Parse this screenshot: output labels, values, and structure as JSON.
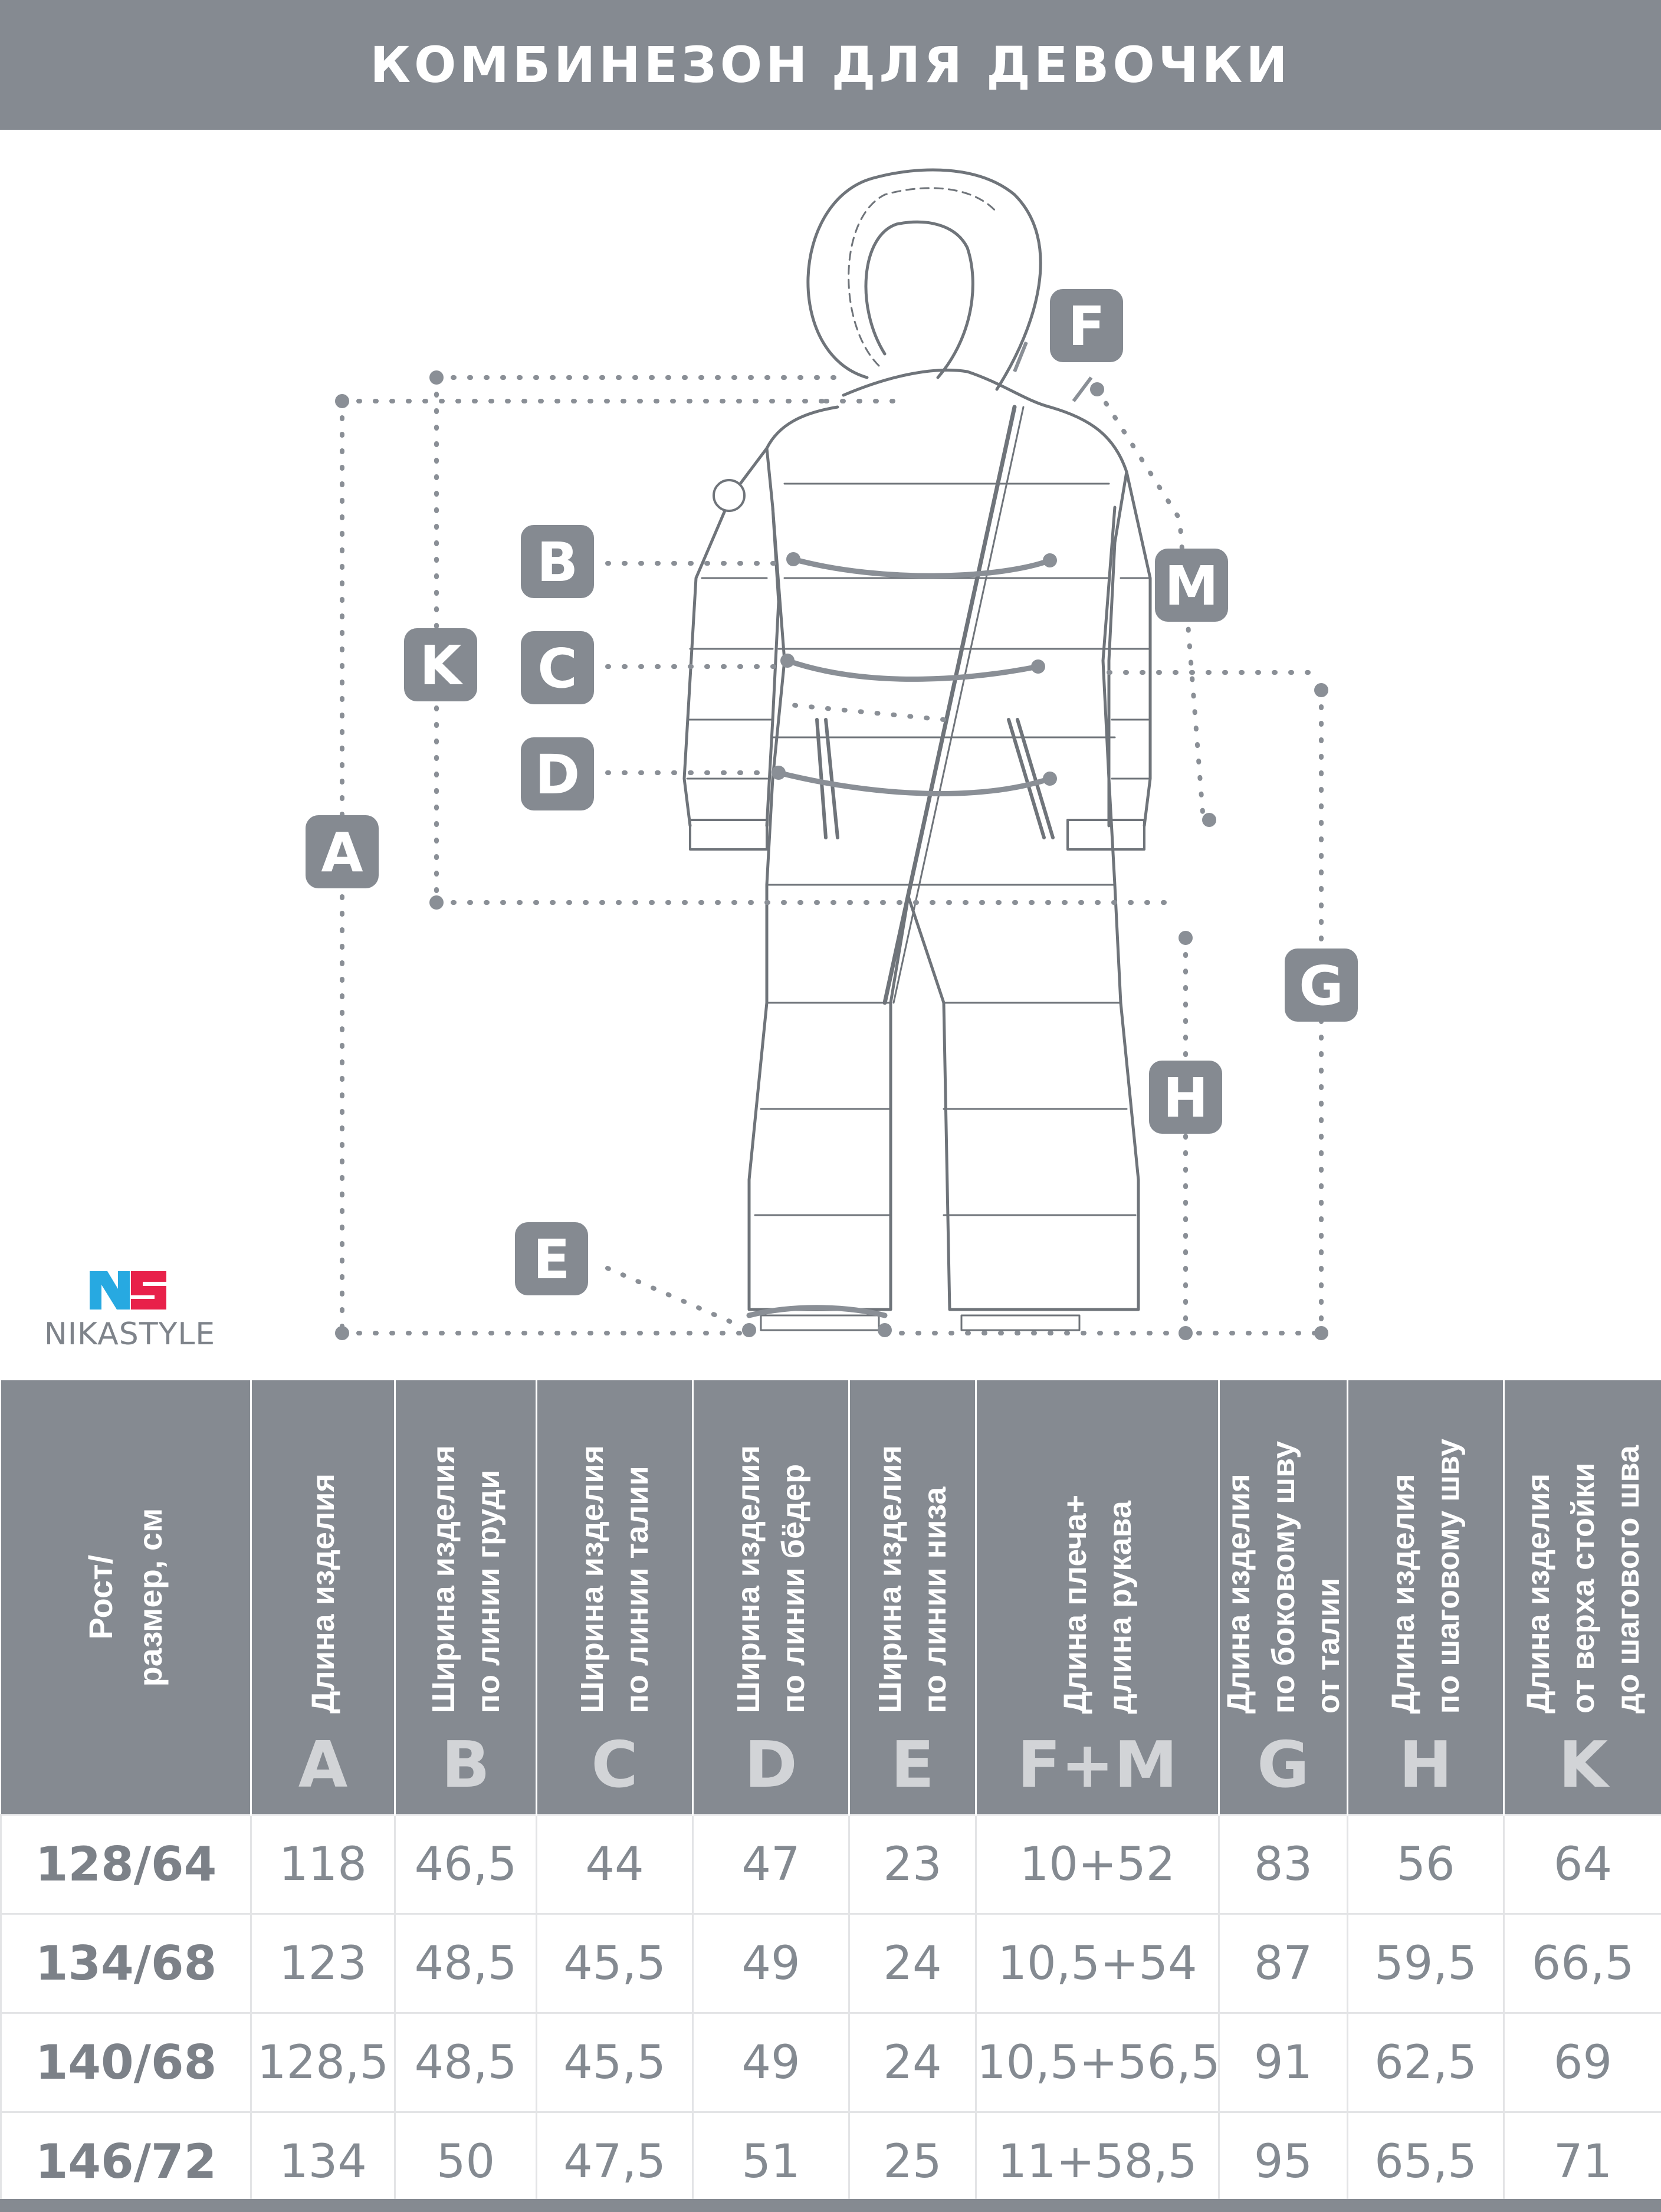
{
  "title": "КОМБИНЕЗОН ДЛЯ ДЕВОЧКИ",
  "brand": {
    "name": "NIKASTYLE",
    "logo_icon": "ns-logo-icon",
    "colors": {
      "blue": "#27a9e1",
      "red": "#e8214a"
    }
  },
  "colors": {
    "header_bg": "#858a91",
    "text": "#848a91",
    "badge_bg": "#858a91"
  },
  "diagram": {
    "labels": [
      "A",
      "B",
      "C",
      "D",
      "E",
      "F",
      "G",
      "H",
      "K",
      "M"
    ]
  },
  "table": {
    "first_header": "Рост/\nразмер, см",
    "columns": [
      {
        "header": "Длина изделия",
        "letter": "A"
      },
      {
        "header": "Ширина изделия\nпо линии груди",
        "letter": "B"
      },
      {
        "header": "Ширина изделия\nпо линии талии",
        "letter": "C"
      },
      {
        "header": "Ширина изделия\nпо линии бёдер",
        "letter": "D"
      },
      {
        "header": "Ширина изделия\nпо линии низа",
        "letter": "E"
      },
      {
        "header": "Длина плеча+\nдлина рукава",
        "letter": "F+M"
      },
      {
        "header": "Длина изделия\nпо боковому шву\nот талии",
        "letter": "G"
      },
      {
        "header": "Длина  изделия\nпо шаговому шву",
        "letter": "H"
      },
      {
        "header": "Длина  изделия\nот верха стойки\nдо шагового шва",
        "letter": "K"
      }
    ],
    "rows": [
      {
        "size": "128/64",
        "values": [
          "118",
          "46,5",
          "44",
          "47",
          "23",
          "10+52",
          "83",
          "56",
          "64"
        ]
      },
      {
        "size": "134/68",
        "values": [
          "123",
          "48,5",
          "45,5",
          "49",
          "24",
          "10,5+54",
          "87",
          "59,5",
          "66,5"
        ]
      },
      {
        "size": "140/68",
        "values": [
          "128,5",
          "48,5",
          "45,5",
          "49",
          "24",
          "10,5+56,5",
          "91",
          "62,5",
          "69"
        ]
      },
      {
        "size": "146/72",
        "values": [
          "134",
          "50",
          "47,5",
          "51",
          "25",
          "11+58,5",
          "95",
          "65,5",
          "71"
        ]
      }
    ]
  }
}
